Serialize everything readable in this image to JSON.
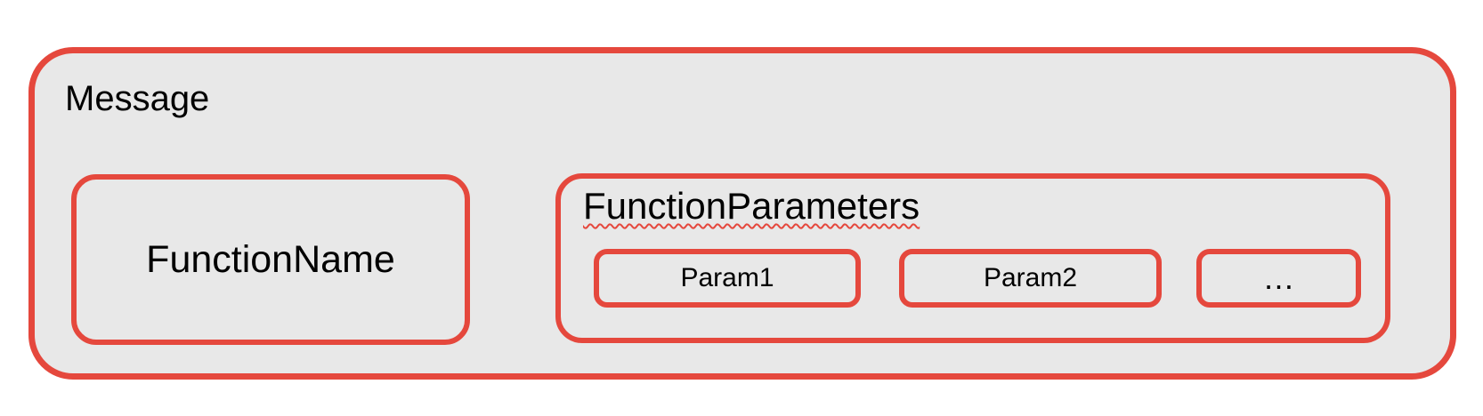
{
  "colors": {
    "accent": "#e5483d",
    "box_fill": "#e8e8e8",
    "text": "#000000",
    "page_bg": "#ffffff"
  },
  "message": {
    "label": "Message",
    "function_name": {
      "label": "FunctionName"
    },
    "function_parameters": {
      "label": "FunctionParameters",
      "params": [
        {
          "label": "Param1"
        },
        {
          "label": "Param2"
        },
        {
          "label": "…"
        }
      ]
    }
  }
}
